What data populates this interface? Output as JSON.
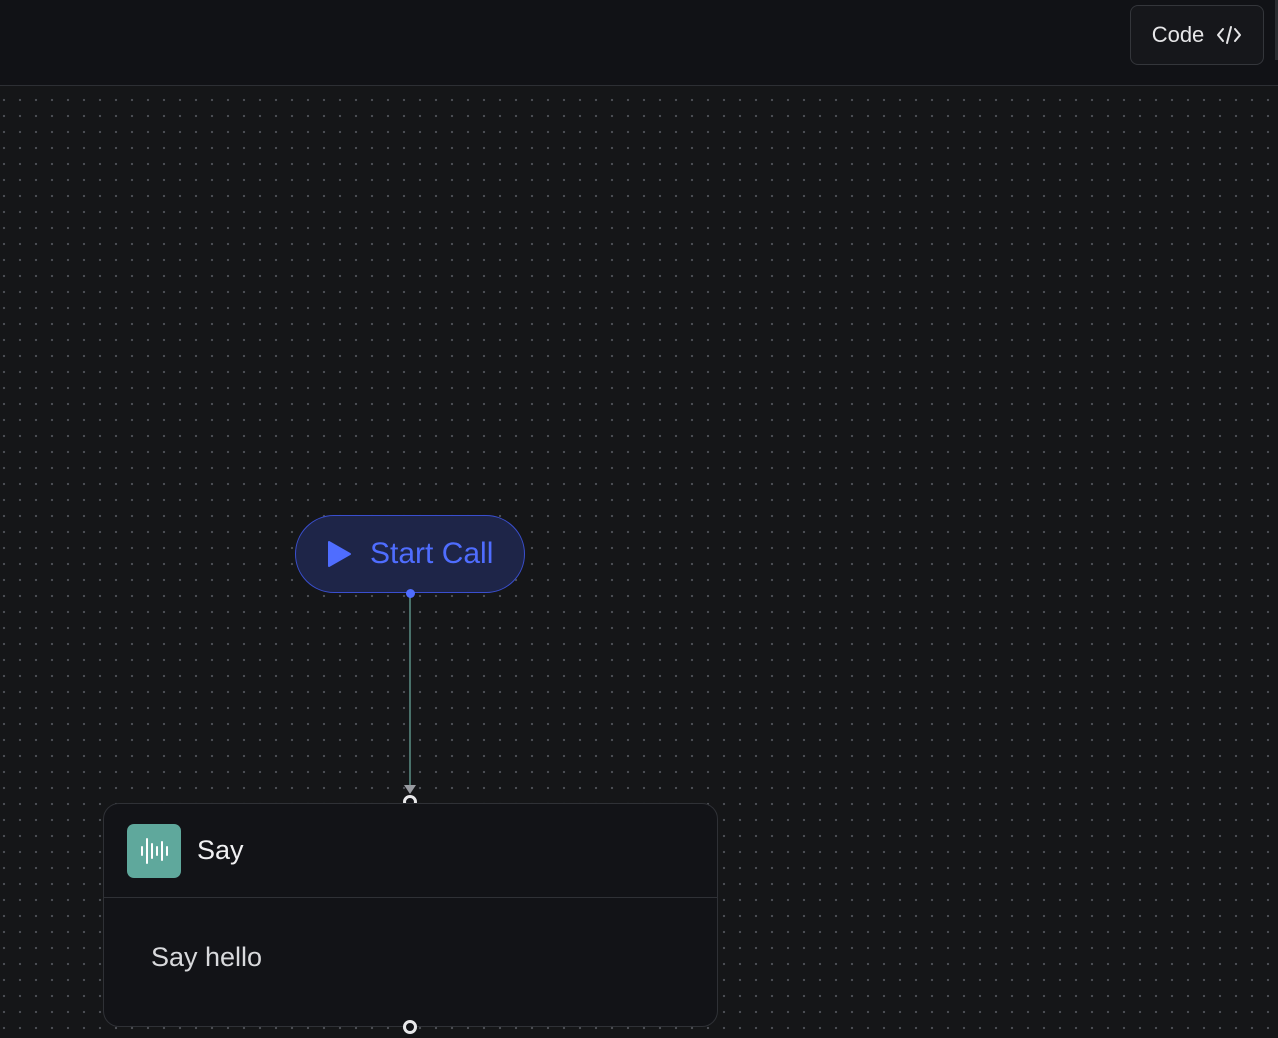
{
  "toolbar": {
    "code_label": "Code",
    "code_icon": "code-brackets-icon"
  },
  "flow": {
    "start_node": {
      "label": "Start Call",
      "icon": "play-icon",
      "color": "#4f6dff"
    },
    "say_node": {
      "title": "Say",
      "icon": "waveform-icon",
      "icon_color": "#5fa89c",
      "text": "Say hello"
    },
    "edge_color": "#5b8f86"
  }
}
